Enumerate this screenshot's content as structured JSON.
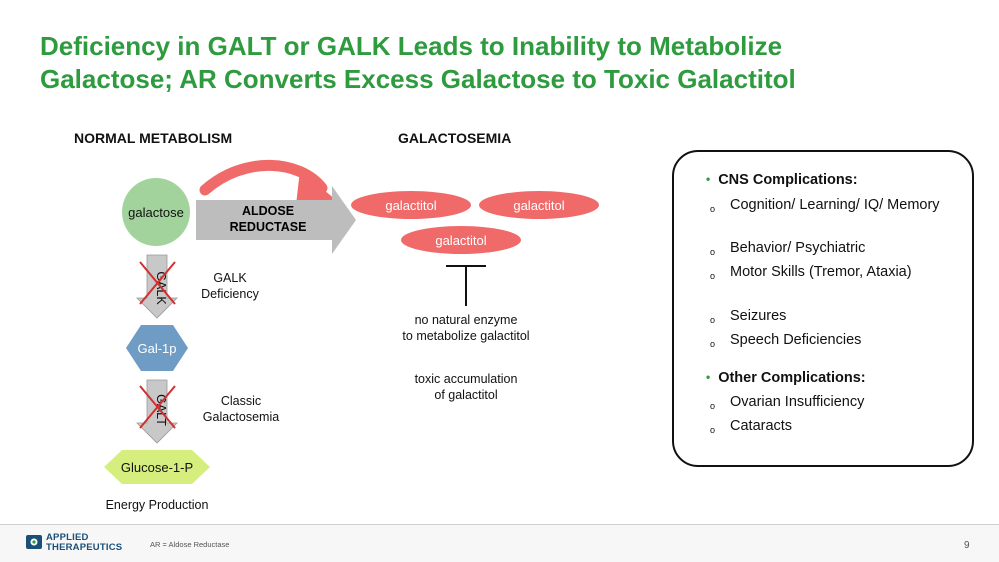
{
  "title_line1": "Deficiency in GALT or GALK Leads to Inability to Metabolize",
  "title_line2": "Galactose; AR Converts Excess Galactose to Toxic Galactitol",
  "normal_heading": "NORMAL METABOLISM",
  "galactosemia_heading": "GALACTOSEMIA",
  "nodes": {
    "galactose": "galactose",
    "aldose_line1": "ALDOSE",
    "aldose_line2": "REDUCTASE",
    "galk": "GALK",
    "galk_label_1": "GALK",
    "galk_label_2": "Deficiency",
    "gal1p": "Gal-1p",
    "galt": "GALT",
    "galt_label_1": "Classic",
    "galt_label_2": "Galactosemia",
    "glucose1p": "Glucose-1-P",
    "energy": "Energy Production",
    "galactitol_1": "galactitol",
    "galactitol_2": "galactitol",
    "galactitol_3": "galactitol",
    "no_enzyme_1": "no natural enzyme",
    "no_enzyme_2": "to metabolize galactitol",
    "toxic_1": "toxic accumulation",
    "toxic_2": "of galactitol"
  },
  "complications": [
    {
      "heading": "CNS Complications:",
      "items": [
        "Cognition/ Learning/ IQ/ Memory",
        "Behavior/ Psychiatric",
        "Motor Skills (Tremor, Ataxia)",
        "Seizures",
        "Speech Deficiencies"
      ]
    },
    {
      "heading": "Other Complications:",
      "items": [
        "Ovarian Insufficiency",
        "Cataracts"
      ]
    }
  ],
  "footer": {
    "logo_line1": "APPLIED",
    "logo_line2": "THERAPEUTICS",
    "note": "AR = Aldose Reductase",
    "page": "9"
  },
  "colors": {
    "title_green": "#2e9b3f",
    "galactose_green": "#a3d39c",
    "galactitol_red": "#f06a6a",
    "gal1p_blue": "#6f9cc4",
    "glucose_green": "#d6ee7d",
    "arrow_gray": "#bdbdbd",
    "cross_red": "#d32f2f"
  }
}
